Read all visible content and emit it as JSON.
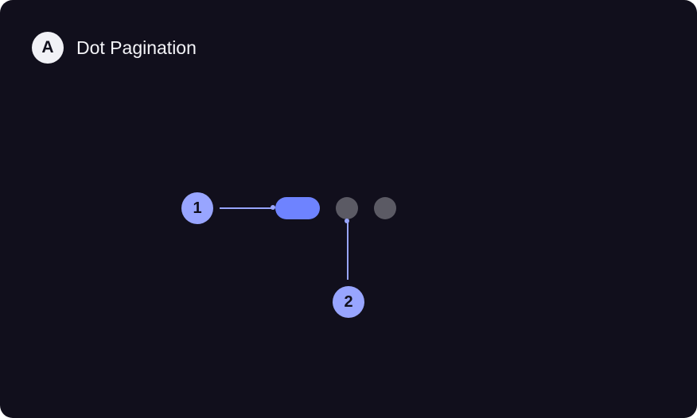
{
  "section": {
    "badge": "A",
    "title": "Dot Pagination"
  },
  "pagination": {
    "total_pages": 3,
    "current_page": 1,
    "active_color": "#6e83ff",
    "inactive_color": "#5b5a64"
  },
  "annotations": [
    {
      "label": "1"
    },
    {
      "label": "2"
    }
  ],
  "colors": {
    "background": "#110f1c",
    "annotation": "#98a5ff"
  }
}
